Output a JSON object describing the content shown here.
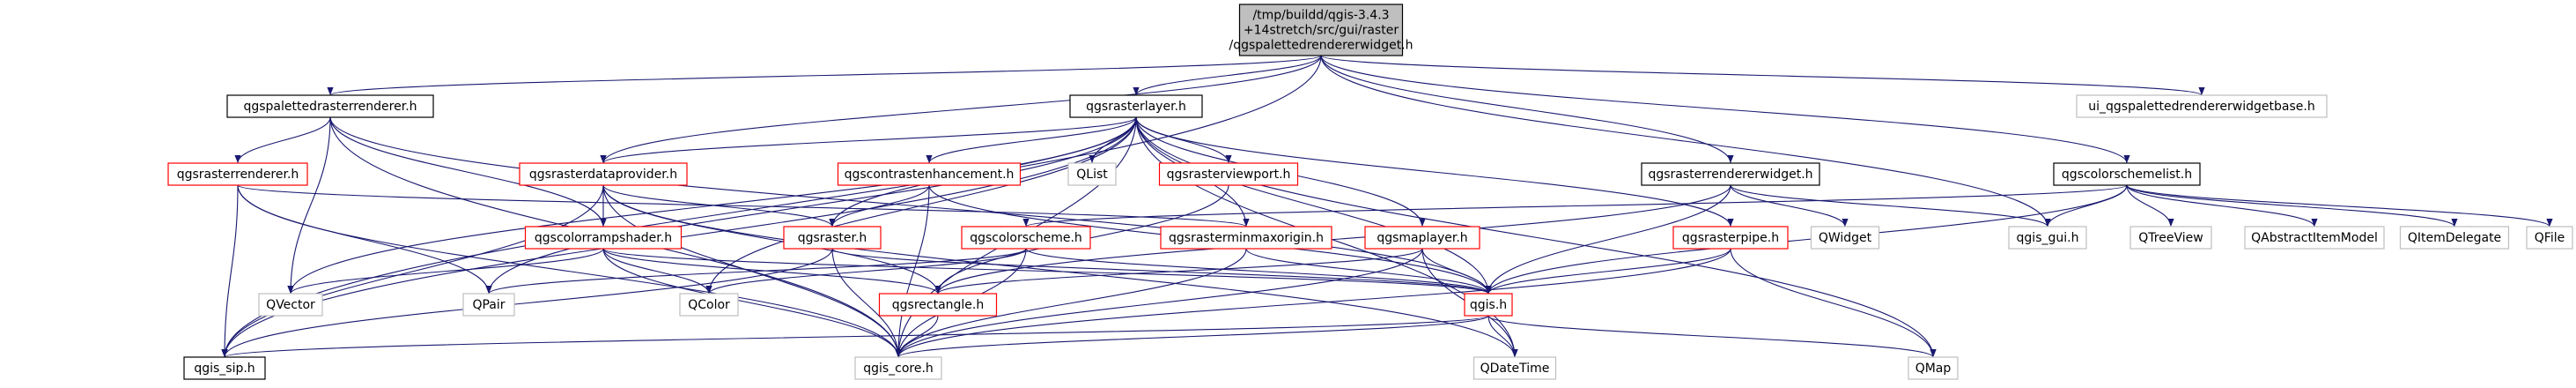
{
  "title": "/tmp/buildd/qgis-3.4.3+14stretch/src/gui/raster/qgspalettedrendererwidget.h",
  "colors": {
    "background": "#ffffff",
    "edge": "#191970",
    "border_black": "#000000",
    "border_red": "#ff0000",
    "border_gray": "#bfbfbf",
    "root_fill": "#bfbfbf"
  },
  "nodes": [
    {
      "id": "root",
      "lines": [
        "/tmp/buildd/qgis-3.4.3",
        "+14stretch/src/gui/raster",
        "/qgspalettedrendererwidget.h"
      ],
      "style": "root"
    },
    {
      "id": "qgspalettedrasterrenderer",
      "lines": [
        "qgspalettedrasterrenderer.h"
      ],
      "style": "black"
    },
    {
      "id": "qgsrasterlayer",
      "lines": [
        "qgsrasterlayer.h"
      ],
      "style": "black"
    },
    {
      "id": "ui_widgetbase",
      "lines": [
        "ui_qgspalettedrendererwidgetbase.h"
      ],
      "style": "gray"
    },
    {
      "id": "qgsrasterrenderer",
      "lines": [
        "qgsrasterrenderer.h"
      ],
      "style": "red"
    },
    {
      "id": "qgsrasterdataprovider",
      "lines": [
        "qgsrasterdataprovider.h"
      ],
      "style": "red"
    },
    {
      "id": "qgscontrastenhancement",
      "lines": [
        "qgscontrastenhancement.h"
      ],
      "style": "red"
    },
    {
      "id": "qlist",
      "lines": [
        "QList"
      ],
      "style": "gray"
    },
    {
      "id": "qgsrasterviewport",
      "lines": [
        "qgsrasterviewport.h"
      ],
      "style": "red"
    },
    {
      "id": "qgsrasterrendererwidget",
      "lines": [
        "qgsrasterrendererwidget.h"
      ],
      "style": "black"
    },
    {
      "id": "qgscolorschemelist",
      "lines": [
        "qgscolorschemelist.h"
      ],
      "style": "black"
    },
    {
      "id": "qgscolorrampshader",
      "lines": [
        "qgscolorrampshader.h"
      ],
      "style": "red"
    },
    {
      "id": "qgsraster",
      "lines": [
        "qgsraster.h"
      ],
      "style": "red"
    },
    {
      "id": "qgscolorscheme",
      "lines": [
        "qgscolorscheme.h"
      ],
      "style": "red"
    },
    {
      "id": "qgsrasterminmaxorigin",
      "lines": [
        "qgsrasterminmaxorigin.h"
      ],
      "style": "red"
    },
    {
      "id": "qgsmaplayer",
      "lines": [
        "qgsmaplayer.h"
      ],
      "style": "red"
    },
    {
      "id": "qwidget",
      "lines": [
        "QWidget"
      ],
      "style": "gray"
    },
    {
      "id": "qgsrasterpipe",
      "lines": [
        "qgsrasterpipe.h"
      ],
      "style": "red"
    },
    {
      "id": "qgis_gui",
      "lines": [
        "qgis_gui.h"
      ],
      "style": "gray"
    },
    {
      "id": "qtreeview",
      "lines": [
        "QTreeView"
      ],
      "style": "gray"
    },
    {
      "id": "qabstractitemmodel",
      "lines": [
        "QAbstractItemModel"
      ],
      "style": "gray"
    },
    {
      "id": "qitemdelegate",
      "lines": [
        "QItemDelegate"
      ],
      "style": "gray"
    },
    {
      "id": "qfile",
      "lines": [
        "QFile"
      ],
      "style": "gray"
    },
    {
      "id": "qvector",
      "lines": [
        "QVector"
      ],
      "style": "gray"
    },
    {
      "id": "qpair",
      "lines": [
        "QPair"
      ],
      "style": "gray"
    },
    {
      "id": "qcolor",
      "lines": [
        "QColor"
      ],
      "style": "gray"
    },
    {
      "id": "qgsrectangle",
      "lines": [
        "qgsrectangle.h"
      ],
      "style": "red"
    },
    {
      "id": "qgis",
      "lines": [
        "qgis.h"
      ],
      "style": "red"
    },
    {
      "id": "qgis_sip",
      "lines": [
        "qgis_sip.h"
      ],
      "style": "black"
    },
    {
      "id": "qgis_core",
      "lines": [
        "qgis_core.h"
      ],
      "style": "gray"
    },
    {
      "id": "qdatetime",
      "lines": [
        "QDateTime"
      ],
      "style": "gray"
    },
    {
      "id": "qmap",
      "lines": [
        "QMap"
      ],
      "style": "gray"
    }
  ],
  "edges": [
    [
      "root",
      "qgspalettedrasterrenderer"
    ],
    [
      "root",
      "qgsrasterlayer"
    ],
    [
      "root",
      "ui_widgetbase"
    ],
    [
      "root",
      "qgsrasterrendererwidget"
    ],
    [
      "root",
      "qgscolorschemelist"
    ],
    [
      "root",
      "qgsrasterdataprovider"
    ],
    [
      "root",
      "qgis_gui"
    ],
    [
      "root",
      "qgis_sip"
    ],
    [
      "qgspalettedrasterrenderer",
      "qgsrasterrenderer"
    ],
    [
      "qgspalettedrasterrenderer",
      "qgscolorrampshader"
    ],
    [
      "qgspalettedrasterrenderer",
      "qvector"
    ],
    [
      "qgspalettedrasterrenderer",
      "qgis_core"
    ],
    [
      "qgspalettedrasterrenderer",
      "qgis"
    ],
    [
      "qgsrasterlayer",
      "qgsrasterdataprovider"
    ],
    [
      "qgsrasterlayer",
      "qgscontrastenhancement"
    ],
    [
      "qgsrasterlayer",
      "qlist"
    ],
    [
      "qgsrasterlayer",
      "qgsrasterviewport"
    ],
    [
      "qgsrasterlayer",
      "qgsraster"
    ],
    [
      "qgsrasterlayer",
      "qgsrasterminmaxorigin"
    ],
    [
      "qgsrasterlayer",
      "qgsmaplayer"
    ],
    [
      "qgsrasterlayer",
      "qgsrasterpipe"
    ],
    [
      "qgsrasterlayer",
      "qgis"
    ],
    [
      "qgsrasterlayer",
      "qgis_core"
    ],
    [
      "qgsrasterlayer",
      "qgis_sip"
    ],
    [
      "qgsrasterlayer",
      "qvector"
    ],
    [
      "qgsrasterlayer",
      "qpair"
    ],
    [
      "qgsrasterlayer",
      "qcolor"
    ],
    [
      "qgsrasterlayer",
      "qdatetime"
    ],
    [
      "qgsrasterlayer",
      "qmap"
    ],
    [
      "qgsrasterrenderer",
      "qgsrasterminmaxorigin"
    ],
    [
      "qgsrasterrenderer",
      "qgis_sip"
    ],
    [
      "qgsrasterrenderer",
      "qgis_core"
    ],
    [
      "qgsrasterrenderer",
      "qpair"
    ],
    [
      "qgsrasterdataprovider",
      "qgscolorrampshader"
    ],
    [
      "qgsrasterdataprovider",
      "qgsraster"
    ],
    [
      "qgsrasterdataprovider",
      "qgsrectangle"
    ],
    [
      "qgsrasterdataprovider",
      "qgis_core"
    ],
    [
      "qgsrasterdataprovider",
      "qgis_sip"
    ],
    [
      "qgsrasterdataprovider",
      "qdatetime"
    ],
    [
      "qgscontrastenhancement",
      "qgsraster"
    ],
    [
      "qgscontrastenhancement",
      "qgis_core"
    ],
    [
      "qgscontrastenhancement",
      "qgis"
    ],
    [
      "qgsrasterviewport",
      "qgsrectangle"
    ],
    [
      "qgsrasterrendererwidget",
      "qgsrectangle"
    ],
    [
      "qgsrasterrendererwidget",
      "qwidget"
    ],
    [
      "qgsrasterrendererwidget",
      "qgis_gui"
    ],
    [
      "qgsrasterrendererwidget",
      "qgis"
    ],
    [
      "qgscolorschemelist",
      "qgscolorscheme"
    ],
    [
      "qgscolorschemelist",
      "qgis_gui"
    ],
    [
      "qgscolorschemelist",
      "qtreeview"
    ],
    [
      "qgscolorschemelist",
      "qabstractitemmodel"
    ],
    [
      "qgscolorschemelist",
      "qitemdelegate"
    ],
    [
      "qgscolorschemelist",
      "qfile"
    ],
    [
      "qgscolorschemelist",
      "qgis"
    ],
    [
      "qgscolorrampshader",
      "qvector"
    ],
    [
      "qgscolorrampshader",
      "qcolor"
    ],
    [
      "qgscolorrampshader",
      "qgsrectangle"
    ],
    [
      "qgscolorrampshader",
      "qgis_core"
    ],
    [
      "qgscolorrampshader",
      "qgis"
    ],
    [
      "qgsraster",
      "qgis_sip"
    ],
    [
      "qgsraster",
      "qgis_core"
    ],
    [
      "qgsraster",
      "qgis"
    ],
    [
      "qgscolorscheme",
      "qpair"
    ],
    [
      "qgscolorscheme",
      "qcolor"
    ],
    [
      "qgscolorscheme",
      "qgis_core"
    ],
    [
      "qgscolorscheme",
      "qgis"
    ],
    [
      "qgsrasterminmaxorigin",
      "qgis_core"
    ],
    [
      "qgsrasterminmaxorigin",
      "qgis"
    ],
    [
      "qgsmaplayer",
      "qgsrectangle"
    ],
    [
      "qgsmaplayer",
      "qgis_core"
    ],
    [
      "qgsmaplayer",
      "qgis"
    ],
    [
      "qgsmaplayer",
      "qdatetime"
    ],
    [
      "qgsrasterpipe",
      "qgis"
    ],
    [
      "qgsrasterpipe",
      "qgis_core"
    ],
    [
      "qgsrasterpipe",
      "qmap"
    ],
    [
      "qgsrectangle",
      "qgis_core"
    ],
    [
      "qgis",
      "qgis_sip"
    ],
    [
      "qgis",
      "qgis_core"
    ],
    [
      "qgis",
      "qdatetime"
    ],
    [
      "qgis",
      "qmap"
    ]
  ]
}
